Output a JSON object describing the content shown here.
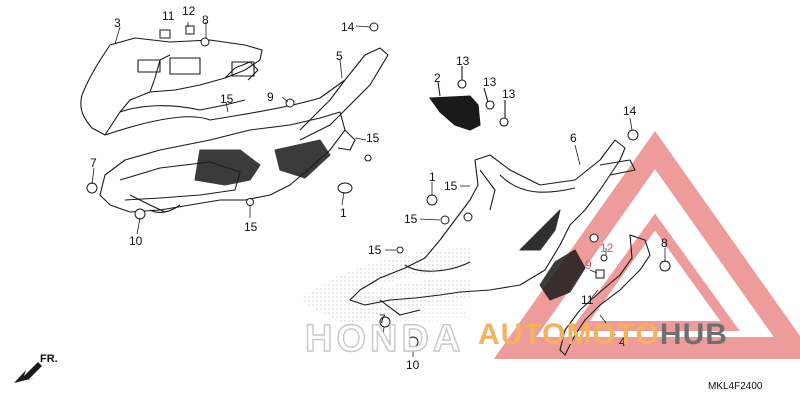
{
  "callouts": [
    {
      "id": "c3a",
      "text": "3"
    },
    {
      "id": "c11a",
      "text": "11"
    },
    {
      "id": "c12a",
      "text": "12"
    },
    {
      "id": "c8a",
      "text": "8"
    },
    {
      "id": "c14a",
      "text": "14"
    },
    {
      "id": "c5",
      "text": "5"
    },
    {
      "id": "c9a",
      "text": "9"
    },
    {
      "id": "c15a",
      "text": "15"
    },
    {
      "id": "c15b",
      "text": "15"
    },
    {
      "id": "c7a",
      "text": "7"
    },
    {
      "id": "c10a",
      "text": "10"
    },
    {
      "id": "c15c",
      "text": "15"
    },
    {
      "id": "c1a",
      "text": "1"
    },
    {
      "id": "c2",
      "text": "2"
    },
    {
      "id": "c13a",
      "text": "13"
    },
    {
      "id": "c13b",
      "text": "13"
    },
    {
      "id": "c13c",
      "text": "13"
    },
    {
      "id": "c14b",
      "text": "14"
    },
    {
      "id": "c6",
      "text": "6"
    },
    {
      "id": "c1b",
      "text": "1"
    },
    {
      "id": "c15d",
      "text": "15"
    },
    {
      "id": "c15e",
      "text": "15"
    },
    {
      "id": "c15f",
      "text": "15"
    },
    {
      "id": "c8b",
      "text": "8"
    },
    {
      "id": "c12b",
      "text": "12"
    },
    {
      "id": "c9b",
      "text": "9"
    },
    {
      "id": "c11b",
      "text": "11"
    },
    {
      "id": "c7b",
      "text": "7"
    },
    {
      "id": "c4",
      "text": "4"
    },
    {
      "id": "c10b",
      "text": "10"
    }
  ],
  "watermark": {
    "brand": "HONDA",
    "auto_moto": "AUTOMOTO",
    "hub": "HUB"
  },
  "direction_label": "FR.",
  "diagram_code": "MKL4F2400",
  "colors": {
    "line": "#1a1a1a",
    "watermark_red": "#e36a6a",
    "watermark_orange": "#f3b25f",
    "watermark_gray": "#6f6f6f",
    "dots": "#d0d0d0"
  }
}
